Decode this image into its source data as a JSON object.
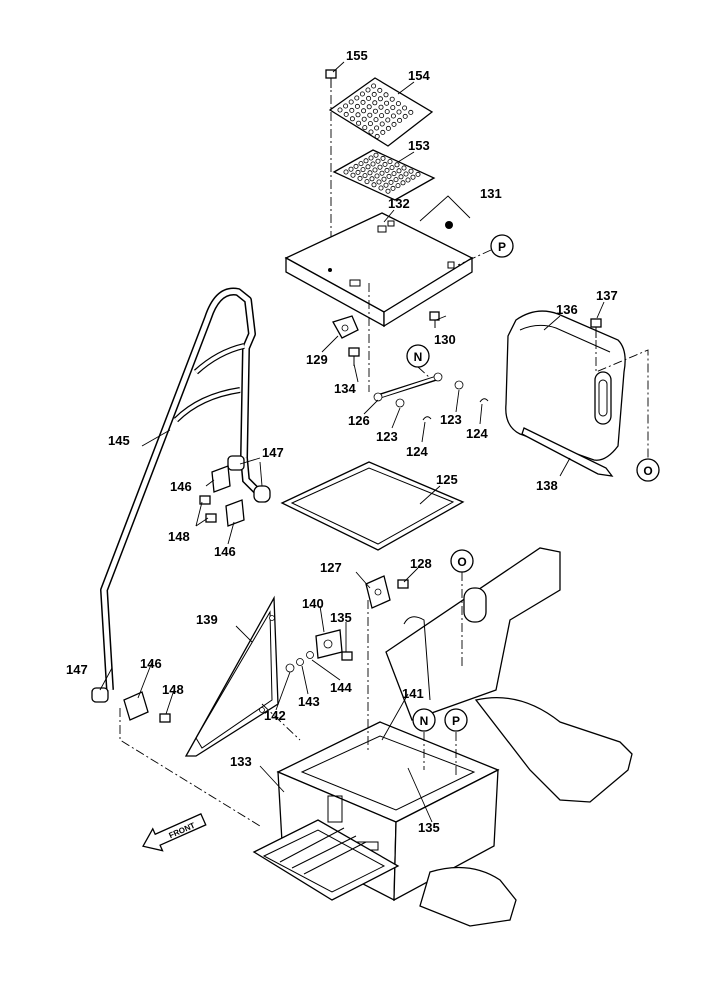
{
  "callouts": {
    "c155": "155",
    "c154": "154",
    "c153": "153",
    "c131": "131",
    "c132": "132",
    "c130": "130",
    "c129": "129",
    "c134": "134",
    "c126": "126",
    "c123a": "123",
    "c123b": "123",
    "c124a": "124",
    "c124b": "124",
    "c125": "125",
    "c136": "136",
    "c137": "137",
    "c138": "138",
    "c145": "145",
    "c146a": "146",
    "c146b": "146",
    "c146c": "146",
    "c147a": "147",
    "c147b": "147",
    "c148a": "148",
    "c148b": "148",
    "c127": "127",
    "c128": "128",
    "c139": "139",
    "c140": "140",
    "c135a": "135",
    "c135b": "135",
    "c144": "144",
    "c143": "143",
    "c142": "142",
    "c141": "141",
    "c133": "133"
  },
  "refs": {
    "P1": "P",
    "P2": "P",
    "N1": "N",
    "N2": "N",
    "O1": "O",
    "O2": "O"
  },
  "front_label": "FRONT"
}
